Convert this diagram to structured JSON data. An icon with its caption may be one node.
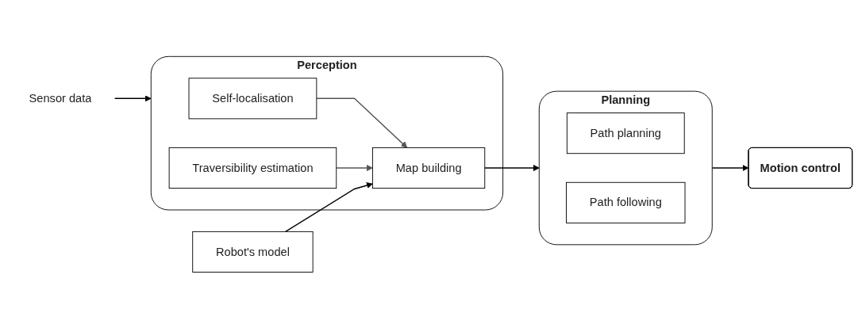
{
  "diagram": {
    "nodes": [
      {
        "text": [
          "Sensor data"
        ]
      },
      {
        "text": [
          "Perception"
        ]
      },
      {
        "text": [
          "Self-localisation"
        ],
        "in": 1
      },
      {
        "text": [
          "Traversibility estimation"
        ],
        "in": 1
      },
      {
        "text": [
          "Map building"
        ],
        "in": 1
      },
      {
        "text": [
          "Robot's model"
        ]
      },
      {
        "text": [
          "Planning"
        ]
      },
      {
        "text": [
          "Path planning"
        ],
        "in": 6
      },
      {
        "text": [
          "Path following"
        ],
        "in": 6
      },
      {
        "text": [
          "Motion control"
        ]
      }
    ],
    "edges": [
      {
        "from": 0,
        "to": 1,
        "arrow": "to"
      },
      {
        "from": 2,
        "to": 4,
        "arrow": "to",
        "color": "#555555"
      },
      {
        "from": 3,
        "to": 4,
        "arrow": "to",
        "color": "#555555"
      },
      {
        "from": 5,
        "to": 4,
        "arrow": "to"
      },
      {
        "from": 4,
        "to": 6,
        "arrow": "to"
      },
      {
        "from": 6,
        "to": 9,
        "arrow": "to"
      }
    ]
  }
}
